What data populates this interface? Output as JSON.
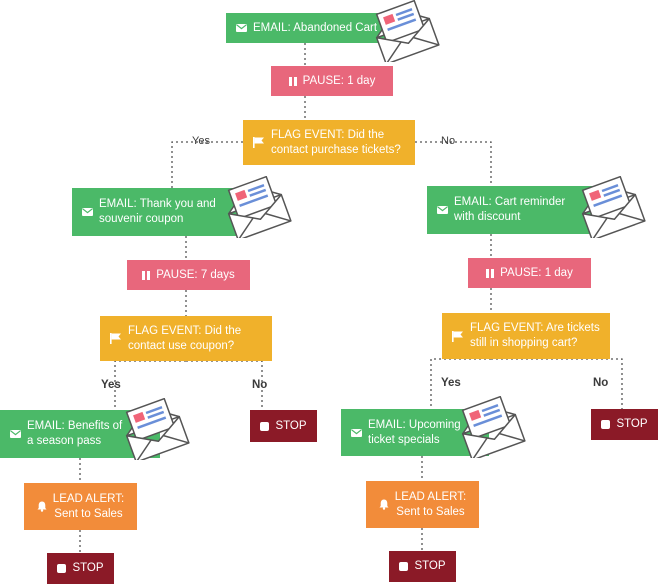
{
  "colors": {
    "email": "#4bb968",
    "pause": "#e8677c",
    "flag": "#f0b12b",
    "lead": "#f28c3a",
    "stop": "#8b1a27"
  },
  "nodes": {
    "email_abandoned": "EMAIL: Abandoned Cart",
    "pause_1day_top": "PAUSE: 1 day",
    "flag_purchase": [
      "FLAG EVENT: Did the",
      "contact purchase tickets?"
    ],
    "email_thankyou": [
      "EMAIL: Thank you and",
      "souvenir coupon"
    ],
    "pause_7days": "PAUSE: 7 days",
    "flag_coupon": [
      "FLAG EVENT: Did the",
      "contact use coupon?"
    ],
    "email_season": [
      "EMAIL: Benefits of",
      "a season pass"
    ],
    "lead_left": [
      "LEAD ALERT:",
      "Sent to Sales"
    ],
    "stop_left_bottom": "STOP",
    "stop_coupon_no": "STOP",
    "email_reminder": [
      "EMAIL: Cart reminder",
      "with discount"
    ],
    "pause_1day_right": "PAUSE: 1 day",
    "flag_cart": [
      "FLAG EVENT: Are tickets",
      "still in shopping cart?"
    ],
    "email_specials": [
      "EMAIL: Upcoming",
      "ticket specials"
    ],
    "lead_right": [
      "LEAD ALERT:",
      "Sent to Sales"
    ],
    "stop_right_bottom": "STOP",
    "stop_cart_no": "STOP"
  },
  "labels": {
    "top_yes": "Yes",
    "top_no": "No",
    "coupon_yes": "Yes",
    "coupon_no": "No",
    "cart_yes": "Yes",
    "cart_no": "No"
  },
  "icons": {
    "email": "envelope-icon",
    "pause": "pause-icon",
    "flag": "flag-icon",
    "lead": "bell-icon",
    "stop": "stop-icon",
    "letter": "open-envelope-illustration"
  }
}
